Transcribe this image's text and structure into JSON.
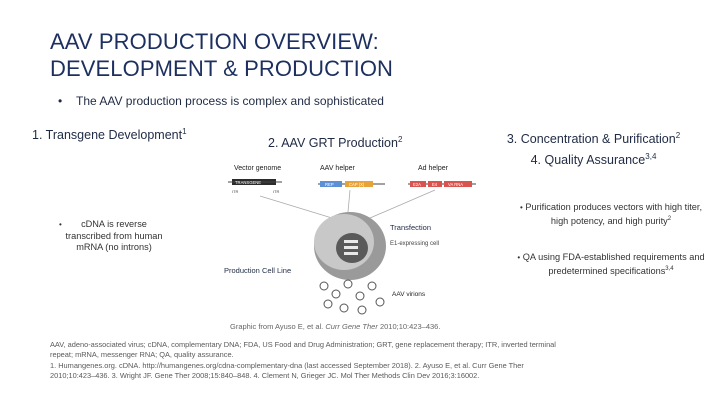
{
  "title": {
    "line1": "AAV PRODUCTION OVERVIEW:",
    "line2": "DEVELOPMENT & PRODUCTION"
  },
  "subtitle_bullet": "The AAV production process is complex and sophisticated",
  "steps": {
    "step1": {
      "label": "1. Transgene Development",
      "sup": "1"
    },
    "step2": {
      "label": "2. AAV GRT Production",
      "sup": "2"
    },
    "step3": {
      "line1": "3. Concentration & Purification",
      "sup1": "2",
      "line2": "4. Quality Assurance",
      "sup2": "3,4"
    }
  },
  "bullets": {
    "b1": "cDNA is reverse transcribed from human mRNA (no introns)",
    "b3a": "Purification produces vectors with high titer, high potency, and high purity",
    "b3a_sup": "2",
    "b3b": "QA using FDA-established requirements and predetermined specifications",
    "b3b_sup": "3,4"
  },
  "diagram": {
    "vector_genome": "Vector genome",
    "aav_helper": "AAV helper",
    "ad_helper": "Ad helper",
    "transgene": "TRANSGENE",
    "itr_left": "ITR",
    "itr_right": "ITR",
    "rep": "REP",
    "cap": "CAP (X)",
    "e2a": "E2A",
    "e4": "E4",
    "varna": "VA RNA",
    "transfection": "Transfection",
    "e1_cell": "E1-expressing cell",
    "production_line": "Production Cell Line",
    "virions": "AAV virions"
  },
  "caption": {
    "prefix": "Graphic from Ayuso E, et al. ",
    "journal": "Curr Gene Ther",
    "suffix": " 2010;10:423–436."
  },
  "footnotes": {
    "line1": "AAV, adeno-associated virus; cDNA, complementary DNA; FDA, US Food and Drug Administration; GRT, gene replacement therapy; ITR, inverted terminal",
    "line2": "repeat; mRNA, messenger RNA; QA, quality assurance.",
    "line3": "1. Humangenes.org. cDNA. http://humangenes.org/cdna-complementary-dna (last accessed September 2018). 2. Ayuso E, et al. Curr Gene Ther",
    "line4": "2010;10:423–436. 3. Wright JF. Gene Ther 2008;15:840–848. 4. Clement N, Grieger JC. Mol Ther Methods Clin Dev 2016;3:16002."
  },
  "colors": {
    "title": "#1c2f5e",
    "transgene_box": "#2b2b2b",
    "rep_box": "#5b8fd6",
    "cap_box": "#e8a23a",
    "ad_boxes": "#d9534f",
    "cell": "#8c8c8c"
  }
}
